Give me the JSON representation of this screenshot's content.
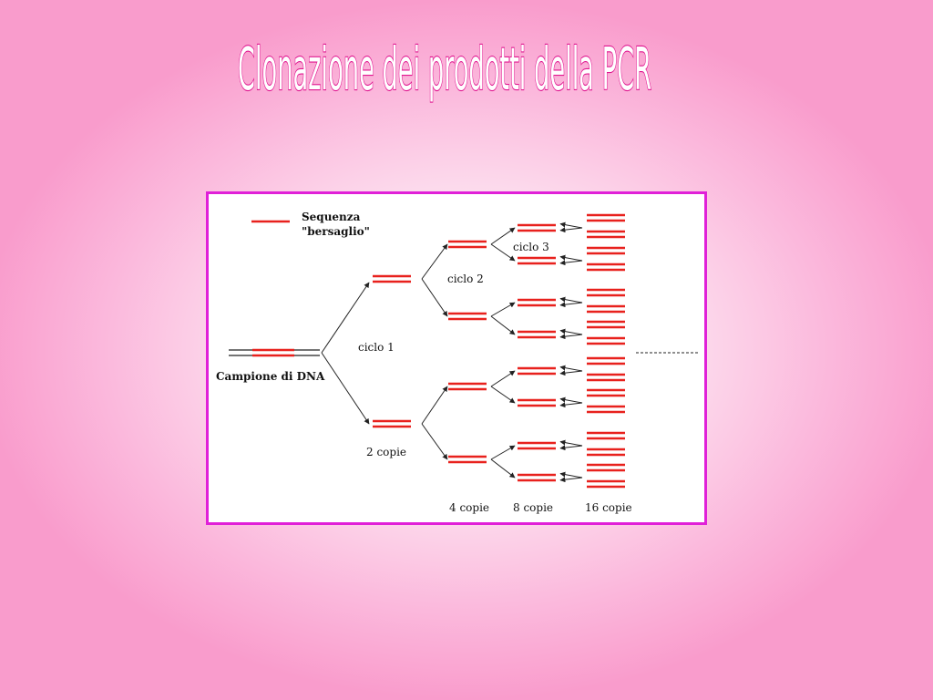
{
  "title": "Clonazione dei prodotti della PCR",
  "figure": {
    "legend_label_line1": "Sequenza",
    "legend_label_line2": "\"bersaglio\"",
    "sample_label": "Campione di DNA",
    "cycle1_label": "ciclo 1",
    "cycle2_label": "ciclo 2",
    "cycle3_label": "ciclo 3",
    "copies_2": "2 copie",
    "copies_4": "4 copie",
    "copies_8": "8 copie",
    "copies_16": "16 copie"
  },
  "colors": {
    "target_sequence": "#e8211d",
    "dna_strand": "#222222",
    "title_outline": "#e0158f",
    "frame": "#e020d8"
  }
}
